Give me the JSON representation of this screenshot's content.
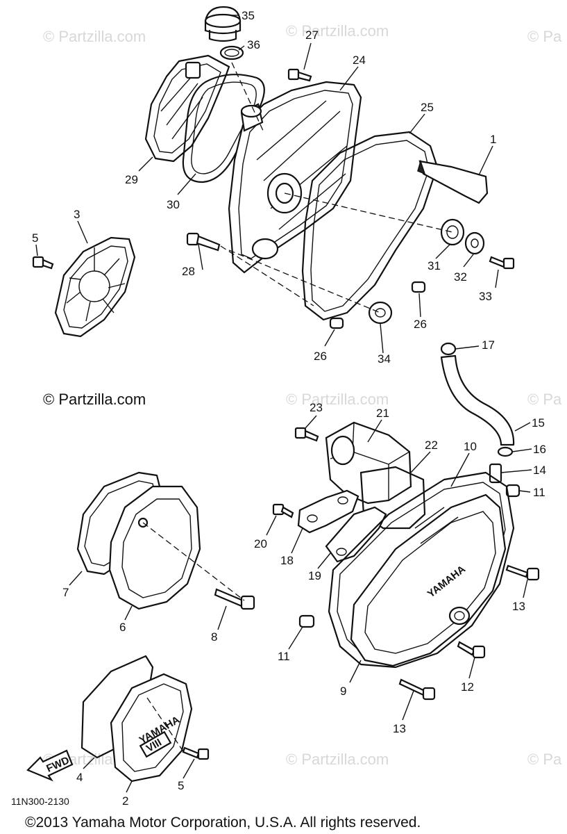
{
  "watermark": {
    "text": "© Partzilla.com",
    "text_short": "© Pa"
  },
  "diagram_code": "11N300-2130",
  "copyright": "©2013  Yamaha Motor Corporation, U.S.A. All rights reserved.",
  "fwd_label": "FWD",
  "emblems": {
    "brand": "YAMAHA",
    "model": "VIII"
  },
  "callouts": {
    "c1": "1",
    "c2": "2",
    "c3": "3",
    "c4": "4",
    "c5a": "5",
    "c5b": "5",
    "c6": "6",
    "c7": "7",
    "c8": "8",
    "c9": "9",
    "c10": "10",
    "c11a": "11",
    "c11b": "11",
    "c12": "12",
    "c13a": "13",
    "c13b": "13",
    "c14": "14",
    "c15": "15",
    "c16": "16",
    "c17": "17",
    "c18": "18",
    "c19": "19",
    "c20": "20",
    "c21": "21",
    "c22": "22",
    "c23": "23",
    "c24": "24",
    "c25": "25",
    "c26a": "26",
    "c26b": "26",
    "c27": "27",
    "c28": "28",
    "c29": "29",
    "c30": "30",
    "c31": "31",
    "c32": "32",
    "c33": "33",
    "c34": "34",
    "c35": "35",
    "c36": "36"
  }
}
